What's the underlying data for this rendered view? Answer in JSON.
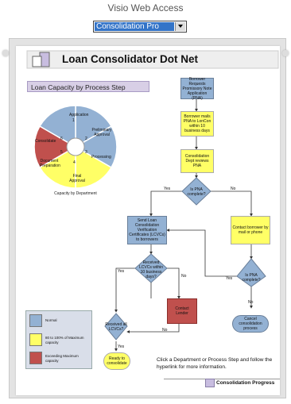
{
  "app": {
    "title": "Visio Web Access"
  },
  "page_selector": {
    "selected": "Consolidation Pro"
  },
  "diagram": {
    "title": "Loan Consolidator Dot Net",
    "section_heading": "Loan Capacity by Process Step",
    "wheel": {
      "caption": "Capacity by Department",
      "segments": [
        {
          "num": "1",
          "label": "Application",
          "color": "#93b1d3"
        },
        {
          "num": "2",
          "label": "Preliminary Approval",
          "color": "#93b1d3"
        },
        {
          "num": "3",
          "label": "Processing",
          "color": "#ffff66"
        },
        {
          "num": "4",
          "label": "Final Approval",
          "color": "#ffff66"
        },
        {
          "num": "5",
          "label": "Document Preparation",
          "color": "#c0504d"
        },
        {
          "num": "6",
          "label": "Consolidate",
          "color": "#93b1d3"
        }
      ]
    },
    "flow": {
      "borrower_requests": "Borrower Requests Promissory Note Application (PNA)",
      "borrower_mails": "Borrower mails PNA to LonCon within 10 business days",
      "consolidation_dept": "Consolidation Dept reviews PNA",
      "is_pna_complete_1": "Is PNA complete?",
      "yes_1": "Yes",
      "no_1": "No",
      "send_loan": "Send Loan Consolidation Verification Certificates (LCVCs) to borrowers",
      "contact_borrower": "Contact borrower by mail or phone",
      "received_lcvcs_10": "Received LCVCs within 10 business days?",
      "yes_2": "Yes",
      "no_2": "No",
      "is_pna_complete_2": "Is PNA complete?",
      "yes_3": "Yes",
      "no_3": "No",
      "contact_lender": "Contact Lender",
      "received_all": "Received all LCVCs?",
      "yes_4": "Yes",
      "no_4": "No",
      "ready": "Ready to consolidate",
      "cancel": "Cancel consolidation process"
    },
    "legend": [
      {
        "label": "Normal",
        "color": "#93b1d3"
      },
      {
        "label": "80 to 100% of Maximum capacity",
        "color": "#ffff66"
      },
      {
        "label": "Exceeding Maximum capacity",
        "color": "#c0504d"
      }
    ],
    "note": "Click a Department or Process Step and follow the hyperlink for more information.",
    "footer_label": "Consolidation Progress"
  }
}
